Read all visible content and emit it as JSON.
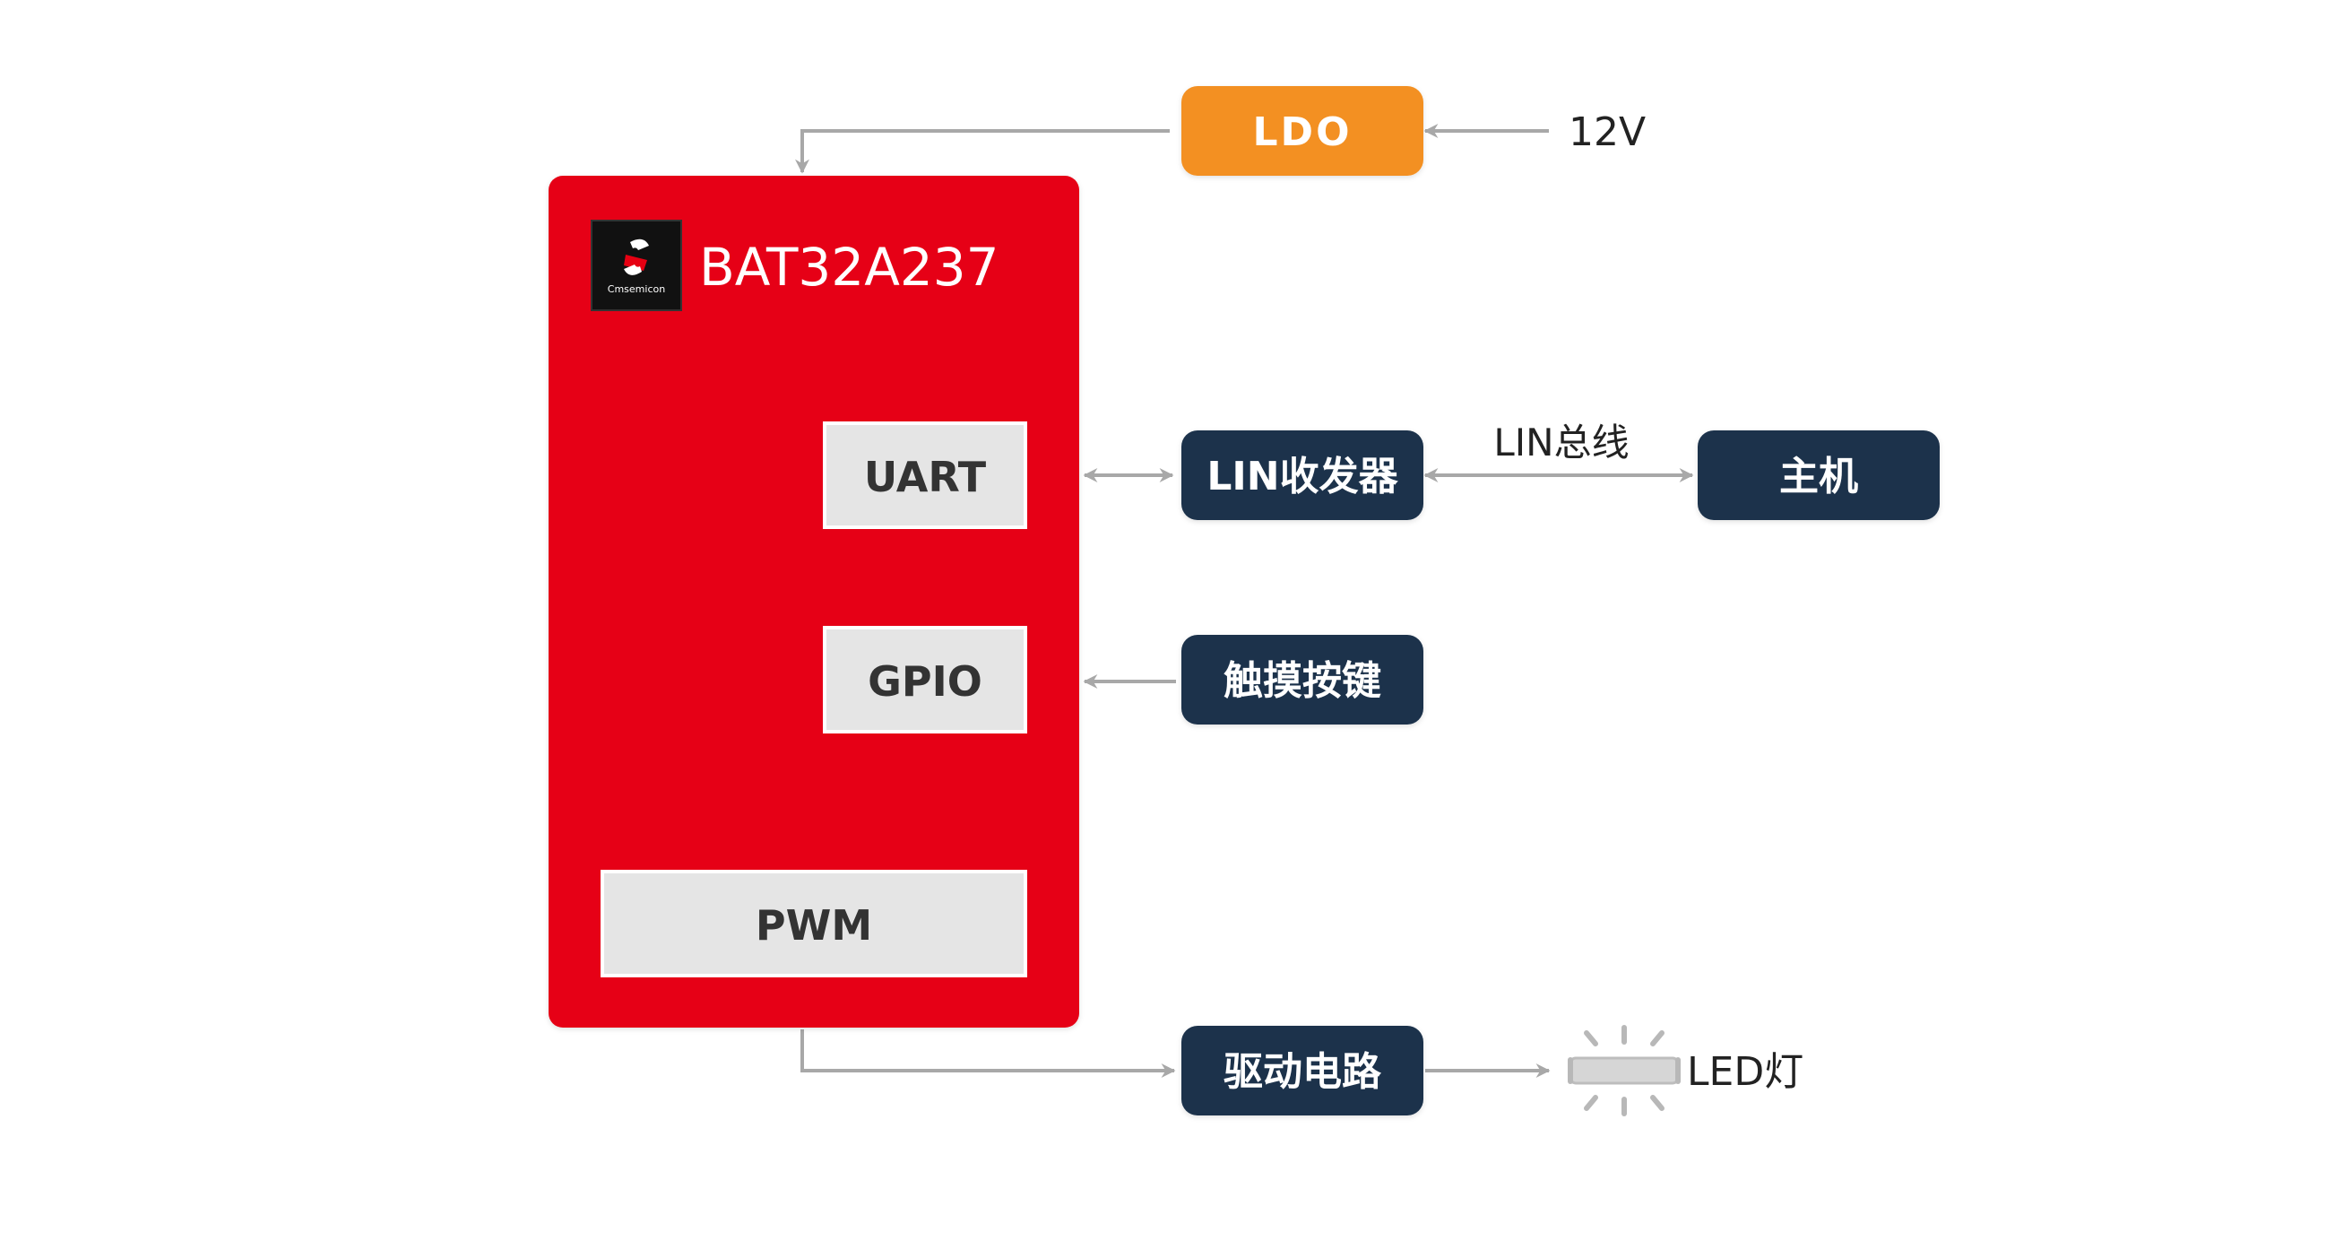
{
  "mcu": {
    "brand_logo": "Cmsemicon",
    "model": "BAT32A237",
    "ports": {
      "uart": "UART",
      "gpio": "GPIO",
      "pwm": "PWM"
    }
  },
  "blocks": {
    "ldo": "LDO",
    "lin_transceiver": "LIN收发器",
    "host": "主机",
    "touch_key": "触摸按键",
    "driver": "驱动电路"
  },
  "labels": {
    "supply": "12V",
    "lin_bus": "LIN总线",
    "led": "LED灯"
  },
  "colors": {
    "mcu_red": "#E60012",
    "ldo_orange": "#F39022",
    "block_navy": "#1B334B",
    "port_gray": "#E5E5E5",
    "arrow_gray": "#A8A8A8"
  },
  "icons": {
    "chip_logo": "cmsemicon-logo-icon",
    "led": "led-lamp-icon"
  }
}
